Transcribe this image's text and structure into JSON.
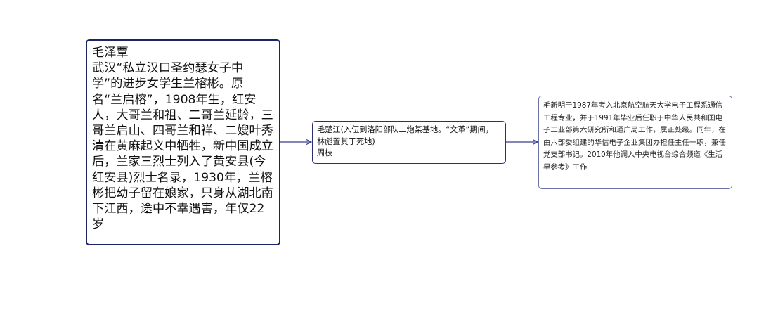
{
  "nodes": [
    {
      "id": "node-1",
      "text": "毛泽覃\n武汉“私立汉口圣约瑟女子中学”的进步女学生兰榕彬。原名“兰启榕”，1908年生，红安人，大哥兰和祖、二哥兰延龄，三哥兰启山、四哥兰和祥、二嫂叶秀清在黄麻起义中牺牲，新中国成立后，兰家三烈士列入了黄安县(今红安县)烈士名录，1930年，兰榕彬把幼子留在娘家，只身从湖北南下江西，途中不幸遇害，年仅22岁"
    },
    {
      "id": "node-2",
      "text": "毛楚江(入伍到洛阳部队二炮某基地。“文革”期间，林彪置其于死地)\n周枝"
    },
    {
      "id": "node-3",
      "text": "毛新明于1987年考入北京航空航天大学电子工程系通信工程专业，并于1991年毕业后任职于中华人民共和国电子工业部第六研究所和通广局工作，属正处级。同年，在由六部委组建的华信电子企业集团办担任主任一职，兼任党支部书记。2010年他调入中央电视台综合频道《生活早参考》工作"
    }
  ],
  "edges": [
    {
      "from": "node-1",
      "to": "node-2"
    },
    {
      "from": "node-2",
      "to": "node-3"
    }
  ],
  "colors": {
    "node_border_primary": "#1c2466",
    "node_border_secondary": "#6c72a8",
    "connector": "#3a3f8a"
  }
}
